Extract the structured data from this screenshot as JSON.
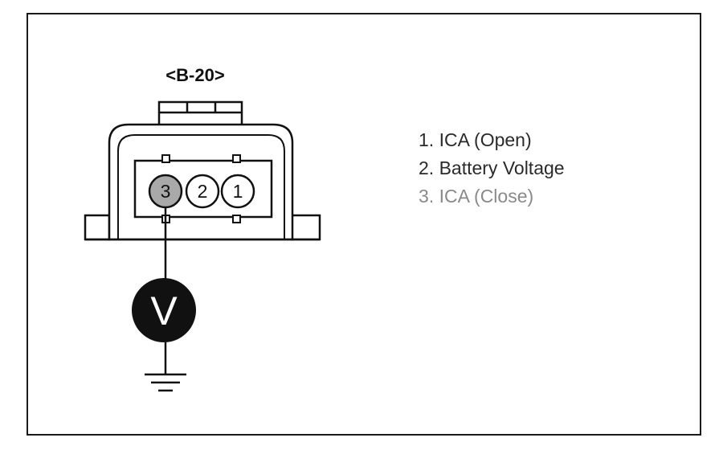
{
  "connector": {
    "id_label": "<B-20>",
    "pins": [
      {
        "number": "3",
        "label": "3"
      },
      {
        "number": "2",
        "label": "2"
      },
      {
        "number": "1",
        "label": "1"
      }
    ],
    "highlighted_pin_color": "#a9a9a9"
  },
  "meter": {
    "symbol": "V"
  },
  "legend": {
    "items": [
      {
        "text": "1. ICA (Open)"
      },
      {
        "text": "2. Battery Voltage"
      },
      {
        "text": "3. ICA (Close)"
      }
    ]
  }
}
